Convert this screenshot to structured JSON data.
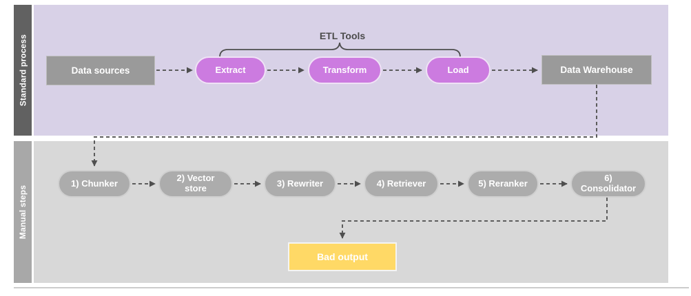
{
  "diagram": {
    "lanes": [
      {
        "label": "Standard process"
      },
      {
        "label": "Manual steps"
      }
    ],
    "annotations": {
      "etl_tools": "ETL Tools"
    },
    "standard_process": {
      "nodes": [
        {
          "label": "Data sources",
          "shape": "rectangle"
        },
        {
          "label": "Extract",
          "shape": "pill"
        },
        {
          "label": "Transform",
          "shape": "pill"
        },
        {
          "label": "Load",
          "shape": "pill"
        },
        {
          "label": "Data Warehouse",
          "shape": "rectangle"
        }
      ]
    },
    "manual_steps": {
      "nodes": [
        {
          "label": "1) Chunker"
        },
        {
          "label": "2) Vector\nstore"
        },
        {
          "label": "3) Rewriter"
        },
        {
          "label": "4) Retriever"
        },
        {
          "label": "5) Reranker"
        },
        {
          "label": "6)\nConsolidator"
        }
      ]
    },
    "output": {
      "label": "Bad output"
    },
    "colors": {
      "standard_lane_bg": "#d8d1e7",
      "standard_lane_label_bg": "#616161",
      "manual_lane_bg": "#d8d8d8",
      "manual_lane_label_bg": "#a8a8a8",
      "etl_pill_pink": "#cc7be0",
      "standard_node_gray": "#9a9a9a",
      "manual_node_gray": "#acacac",
      "bad_output_yellow": "#ffd966",
      "connector_gray": "#5c5c5c",
      "node_text": "#ffffff"
    }
  }
}
